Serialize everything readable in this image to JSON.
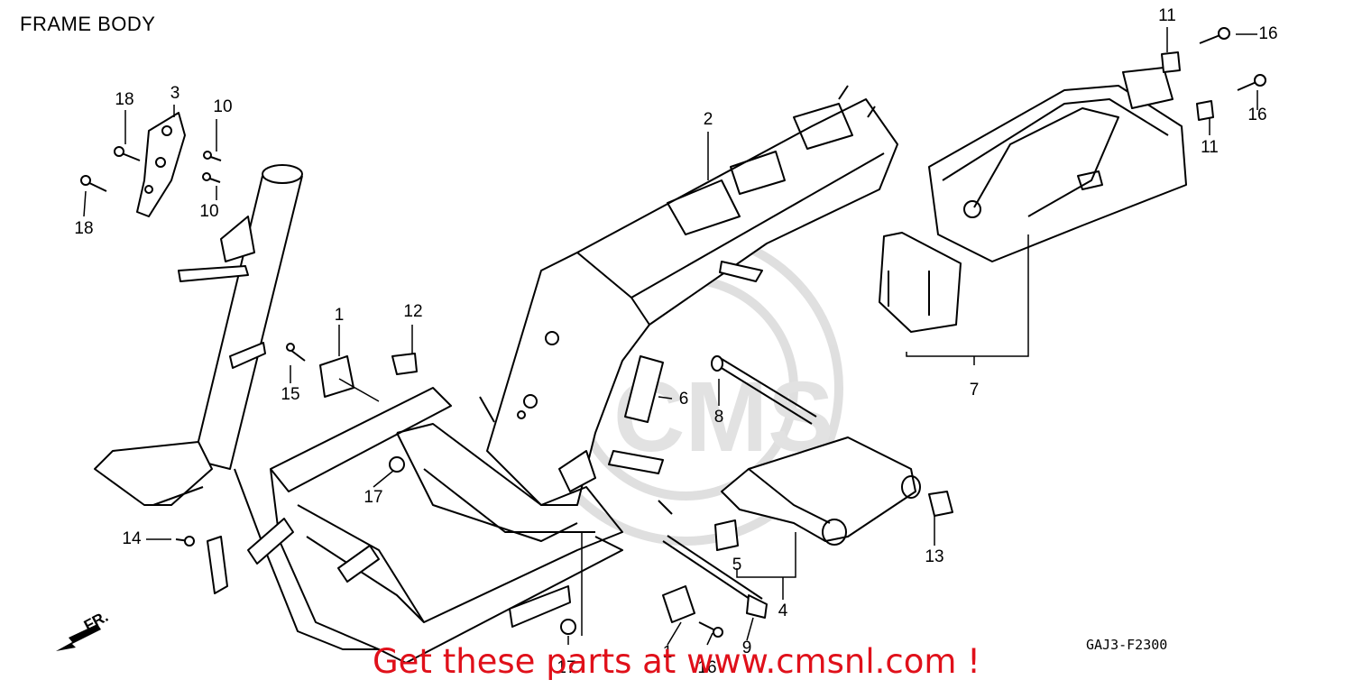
{
  "diagram": {
    "title": "FRAME BODY",
    "code": "GAJ3-F2300",
    "front_marker": "FR.",
    "watermark": "CMS",
    "promo": "Get these parts at www.cmsnl.com !",
    "callouts": {
      "c1a": "1",
      "c1b": "1",
      "c2": "2",
      "c3": "3",
      "c4": "4",
      "c5": "5",
      "c6": "6",
      "c7": "7",
      "c8": "8",
      "c9": "9",
      "c10a": "10",
      "c10b": "10",
      "c11a": "11",
      "c11b": "11",
      "c12": "12",
      "c13": "13",
      "c14": "14",
      "c15": "15",
      "c16a": "16",
      "c16b": "16",
      "c16c": "16",
      "c17a": "17",
      "c17b": "17",
      "c18a": "18",
      "c18b": "18"
    }
  }
}
